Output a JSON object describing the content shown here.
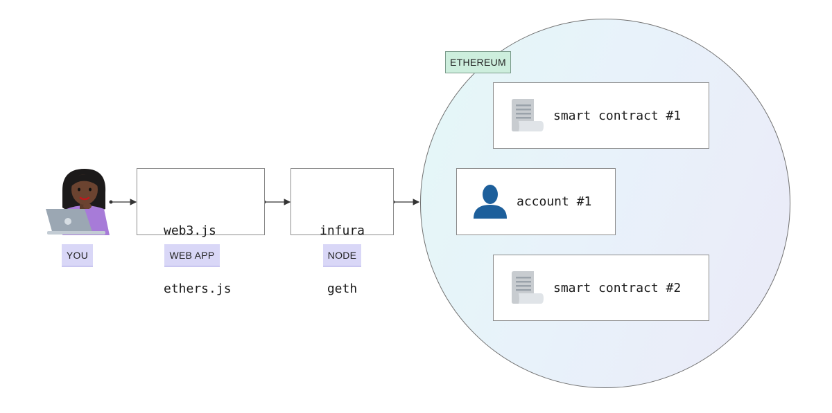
{
  "user": {
    "label": "YOU"
  },
  "webapp": {
    "lines": [
      "web3.js",
      "ethers.js"
    ],
    "label": "WEB APP"
  },
  "node": {
    "lines": [
      "infura",
      "geth"
    ],
    "label": "NODE"
  },
  "ethereum": {
    "label": "ETHEREUM",
    "contract1": "smart contract #1",
    "account": "account #1",
    "contract2": "smart contract #2"
  },
  "colors": {
    "tag_purple": "#d9d7f7",
    "tag_green": "#cdeedd",
    "account_icon": "#1d5f9b",
    "document_icon": "#c8ccd0"
  }
}
